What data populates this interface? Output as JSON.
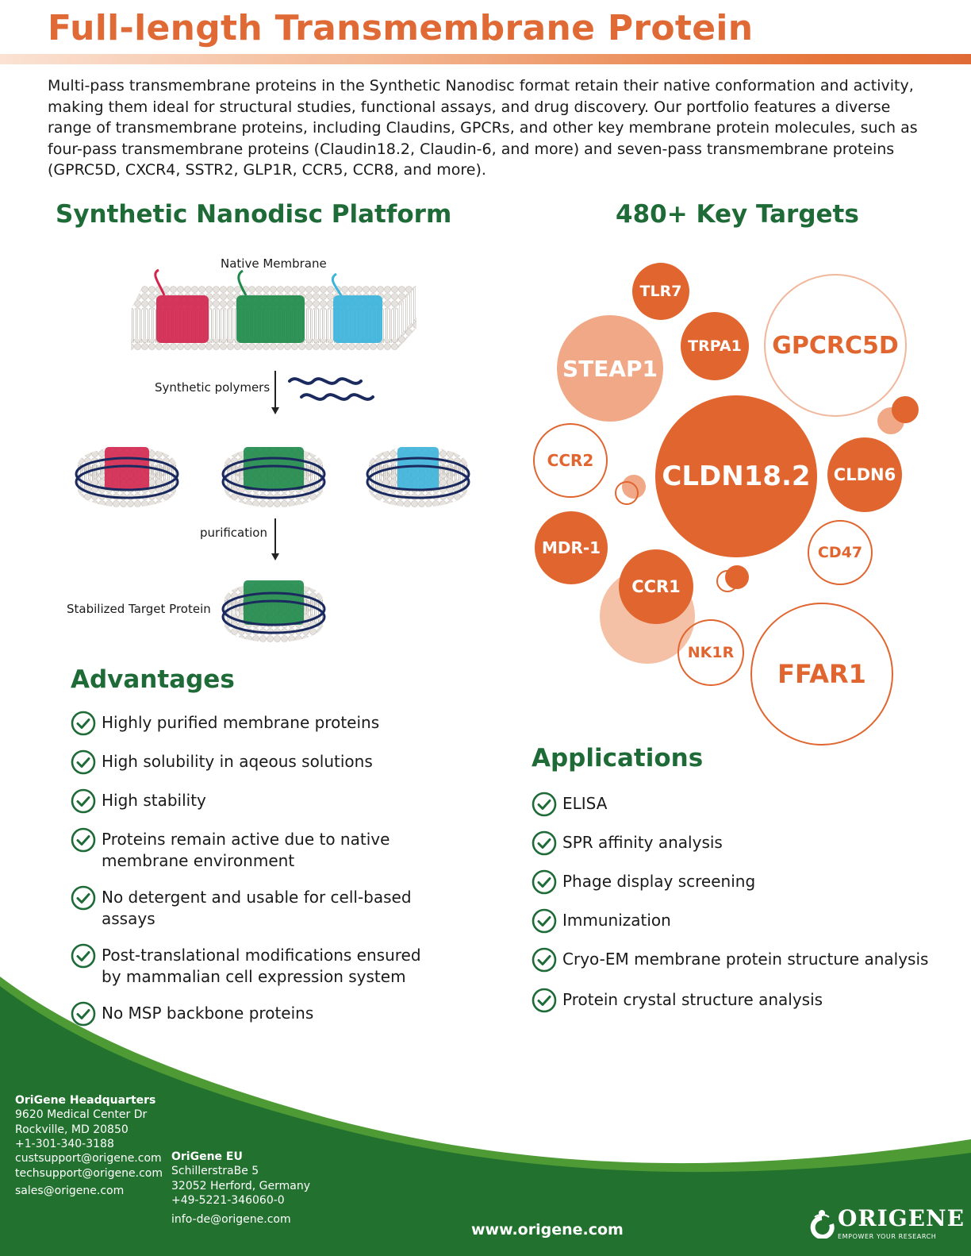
{
  "title": "Full-length Transmembrane Protein",
  "intro": "Multi-pass transmembrane proteins in the Synthetic Nanodisc format retain their native conformation and activity, making them ideal for structural studies, functional assays, and drug discovery. Our portfolio features a diverse range of transmembrane proteins, including Claudins, GPCRs, and other key membrane protein molecules, such as four-pass transmembrane proteins (Claudin18.2, Claudin-6, and more) and seven-pass transmembrane proteins (GPRC5D, CXCR4, SSTR2, GLP1R, CCR5, CCR8, and more).",
  "platform": {
    "heading": "Synthetic Nanodisc Platform",
    "labels": {
      "native_membrane": "Native Membrane",
      "synthetic_polymers": "Synthetic polymers",
      "purification": "purification",
      "stabilized": "Stabilized Target Protein"
    },
    "colors": {
      "protein_red": "#d3264f",
      "protein_green": "#1e8a4a",
      "protein_blue": "#3cb4dc",
      "polymer": "#1a2a5e",
      "lipid": "#e4e2df"
    }
  },
  "targets": {
    "heading": "480+ Key Targets",
    "bubbles": [
      "TLR7",
      "STEAP1",
      "TRPA1",
      "GPCRC5D",
      "CCR2",
      "CLDN18.2",
      "CLDN6",
      "MDR-1",
      "CD47",
      "CCR1",
      "NK1R",
      "FFAR1"
    ],
    "colors": {
      "solid": "#e0652f",
      "light": "#f0a886"
    }
  },
  "advantages": {
    "heading": "Advantages",
    "items": [
      "Highly purified membrane proteins",
      "High solubility in aqeous solutions",
      "High stability",
      "Proteins remain active due to native membrane environment",
      "No detergent and usable for cell-based assays",
      "Post-translational modifications ensured by mammalian cell expression system",
      "No MSP backbone proteins"
    ]
  },
  "applications": {
    "heading": "Applications",
    "items": [
      "ELISA",
      "SPR affinity analysis",
      "Phage display screening",
      "Immunization",
      "Cryo-EM membrane protein structure analysis",
      "Protein crystal structure analysis"
    ]
  },
  "footer": {
    "hq": {
      "name": "OriGene Headquarters",
      "lines": [
        "9620 Medical Center Dr",
        "Rockville, MD 20850",
        "+1-301-340-3188",
        "custsupport@origene.com",
        "techsupport@origene.com",
        "sales@origene.com"
      ]
    },
    "eu": {
      "name": "OriGene EU",
      "lines": [
        "SchillerstraBe 5",
        "32052 Herford, Germany",
        "+49-5221-346060-0",
        "info-de@origene.com"
      ]
    },
    "website": "www.origene.com",
    "logo_text": "ORIGENE",
    "logo_tagline": "EMPOWER YOUR RESEARCH",
    "colors": {
      "green_dark": "#1f6e30",
      "green_light": "#4a9a2f"
    }
  }
}
